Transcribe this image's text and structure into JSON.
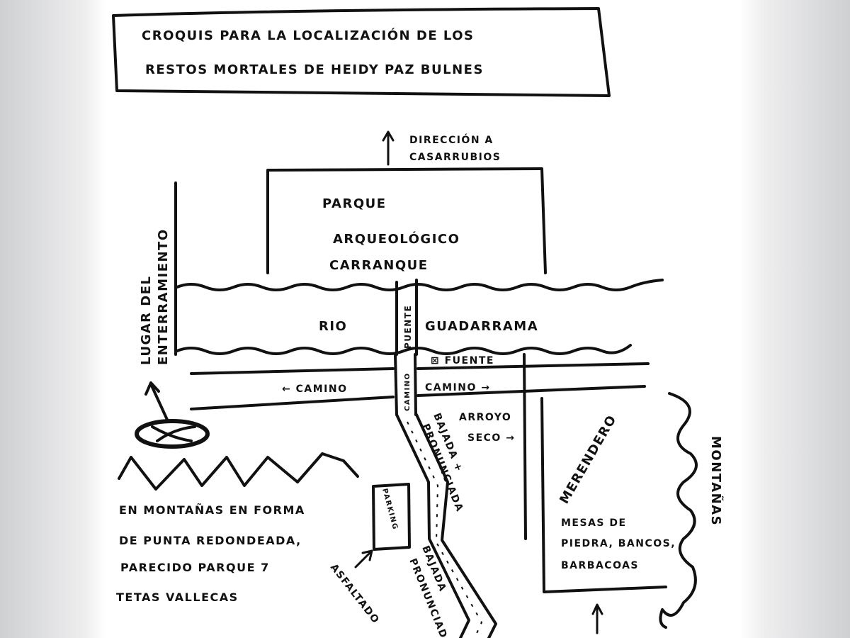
{
  "title": {
    "line1": "CROQUIS PARA LA LOCALIZACIÓN DE LOS",
    "line2": "RESTOS MORTALES DE HEIDY PAZ BULNES"
  },
  "direction": {
    "line1": "DIRECCIÓN A",
    "line2": "CASARRUBIOS"
  },
  "park": {
    "line1": "PARQUE",
    "line2": "ARQUEOLÓGICO",
    "line3": "CARRANQUE"
  },
  "river": {
    "word1": "RIO",
    "word2": "GUADARRAMA"
  },
  "bridge": "PUENTE",
  "burial_site": {
    "line1": "LUGAR DEL",
    "line2": "ENTERRAMIENTO"
  },
  "roads": {
    "left": "← CAMINO",
    "right": "CAMINO →",
    "vertical": "CAMINO"
  },
  "fountain": "⊠ FUENTE",
  "creek": {
    "line1": "ARROYO",
    "line2": "SECO →"
  },
  "slope_upper": {
    "line1": "BAJADA +",
    "line2": "PRONUNCIADA"
  },
  "slope_lower": {
    "line1": "BAJADA",
    "line2": "PRONUNCIADA"
  },
  "parking": "PARKING",
  "paved": "ASFALTADO",
  "picnic": {
    "name": "MERENDERO",
    "line1": "MESAS DE",
    "line2": "PIEDRA, BANCOS,",
    "line3": "BARBACOAS"
  },
  "mountains_label": "MONTAÑAS",
  "note": {
    "line1": "EN MONTAÑAS EN FORMA",
    "line2": "DE PUNTA REDONDEADA,",
    "line3": "PARECIDO PARQUE 7",
    "line4": "TETAS VALLECAS"
  },
  "colors": {
    "ink": "#111111",
    "paper": "#ffffff",
    "margin": "#cfd0d2"
  }
}
